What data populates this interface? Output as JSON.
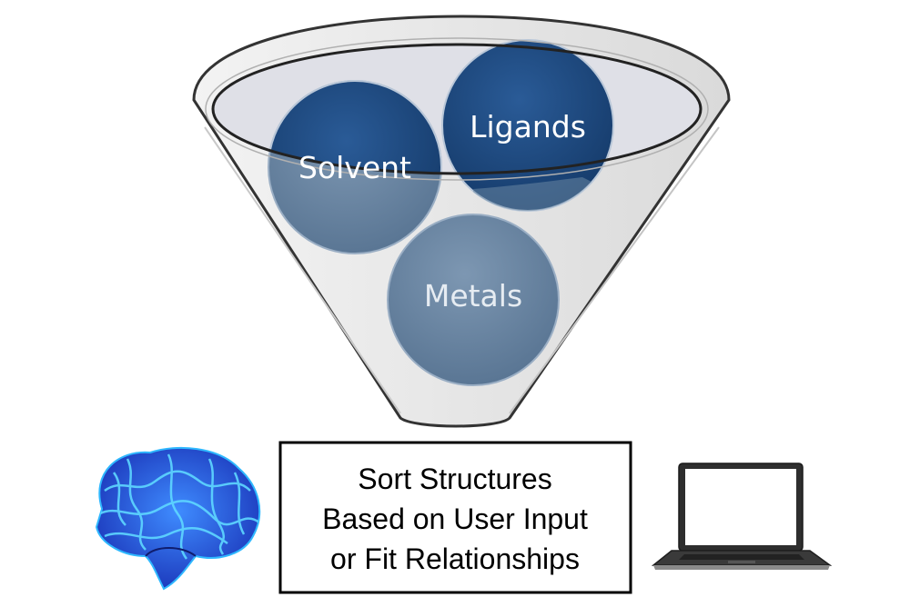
{
  "funnel": {
    "items": [
      {
        "label": "Ligands"
      },
      {
        "label": "Solvent"
      },
      {
        "label": "Metals"
      }
    ]
  },
  "output_box": {
    "lines": [
      "Sort Structures",
      "Based on User Input",
      "or Fit Relationships"
    ]
  },
  "icons": {
    "left": "brain-icon",
    "right": "laptop-icon"
  },
  "colors": {
    "circle_dark": "#1e4a80",
    "circle_faded": "#6a86a2",
    "funnel_fill": "#e9e9e9",
    "funnel_rim": "#dfe0e6",
    "brain": "#2a5bd8",
    "laptop_body": "#2e2e2e"
  }
}
